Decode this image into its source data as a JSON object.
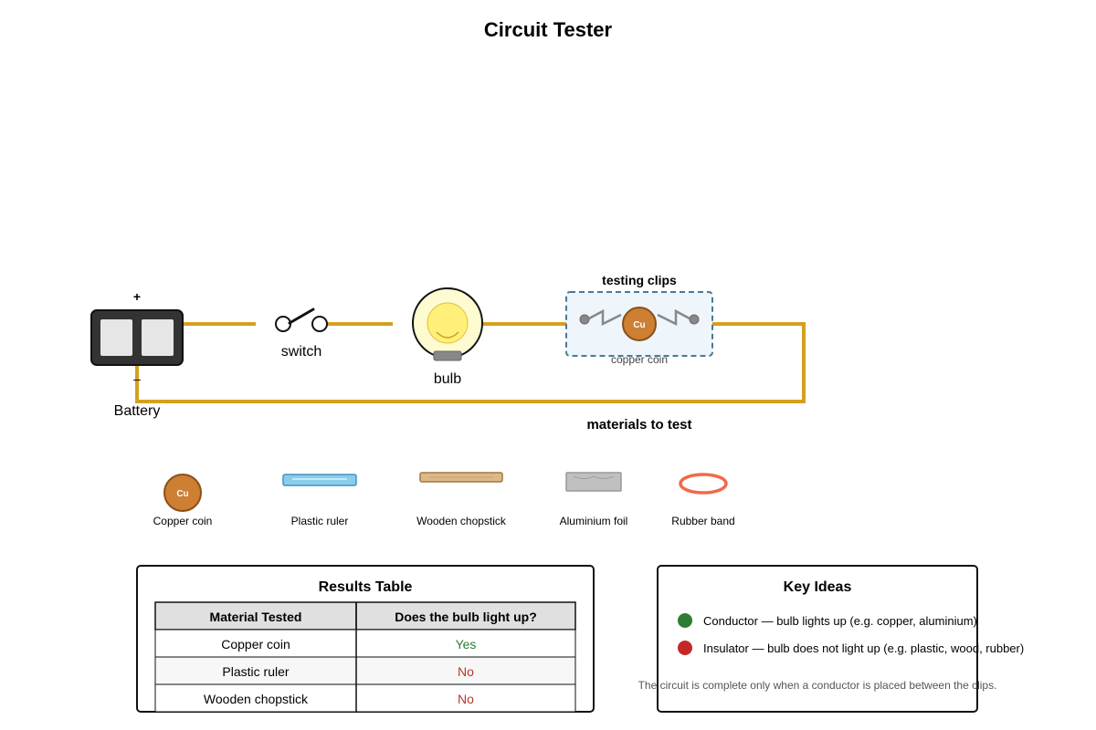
{
  "title": "Circuit Tester",
  "circuit": {
    "battery": {
      "label": "Battery",
      "plus": "+",
      "minus": "–"
    },
    "switch": {
      "label": "switch"
    },
    "bulb": {
      "label": "bulb"
    },
    "clips": {
      "title": "testing clips",
      "coin_symbol": "Cu",
      "caption": "copper coin"
    }
  },
  "materials": {
    "title": "materials to test",
    "items": [
      {
        "label": "Copper coin",
        "symbol": "Cu"
      },
      {
        "label": "Plastic ruler"
      },
      {
        "label": "Wooden chopstick"
      },
      {
        "label": "Aluminium foil"
      },
      {
        "label": "Rubber band"
      }
    ]
  },
  "results": {
    "title": "Results Table",
    "headers": [
      "Material Tested",
      "Does the bulb light up?"
    ],
    "rows": [
      {
        "material": "Copper coin",
        "result": "Yes"
      },
      {
        "material": "Plastic ruler",
        "result": "No"
      },
      {
        "material": "Wooden chopstick",
        "result": "No"
      }
    ]
  },
  "key_ideas": {
    "title": "Key Ideas",
    "items": [
      {
        "text": "Conductor — bulb lights up (e.g. copper, aluminium)",
        "color": "#2e7d32"
      },
      {
        "text": "Insulator — bulb does not light up (e.g. plastic, wood, rubber)",
        "color": "#c62828"
      }
    ],
    "note": "The circuit is complete only when a conductor is placed between the clips."
  },
  "colors": {
    "wire": "#d4a020",
    "copper": "#cd7f32",
    "yes": "#2e7d32",
    "no": "#b23a2e"
  }
}
